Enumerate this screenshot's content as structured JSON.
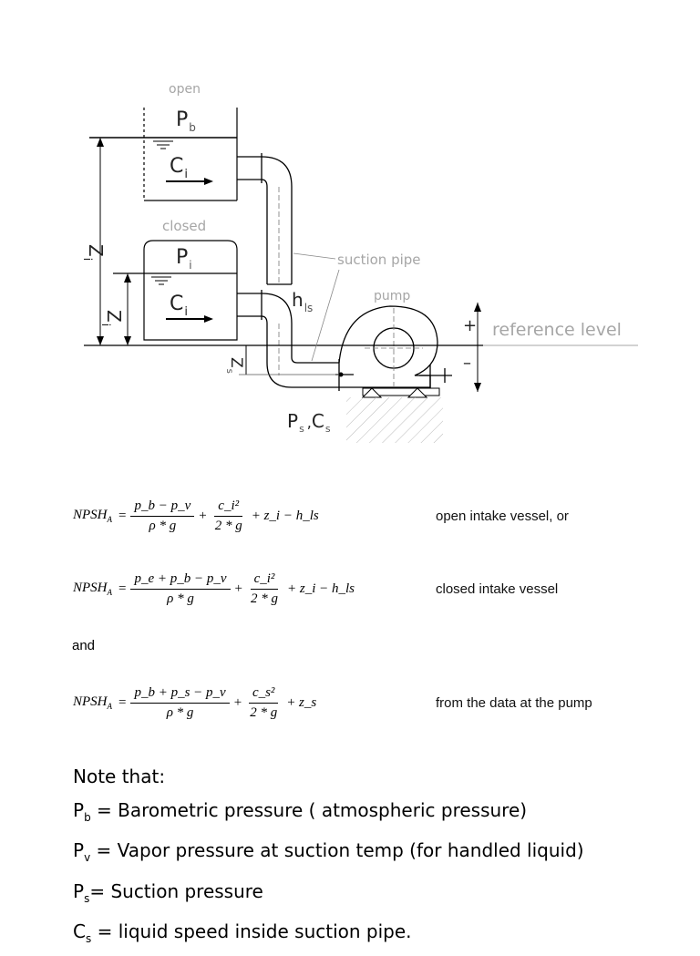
{
  "diagram": {
    "label_open": "open",
    "label_closed": "closed",
    "label_suction_pipe": "suction pipe",
    "label_pump": "pump",
    "label_reference_level": "reference level",
    "sym_p": "P",
    "sub_b": "b",
    "sub_i": "i",
    "sub_s": "s",
    "sym_c": "C",
    "sym_z": "Z",
    "sym_h": "h",
    "sub_ls": "ls",
    "sep_comma": ",",
    "sign_plus": "+",
    "sign_minus": "–"
  },
  "equations": {
    "lhs": "NPSH",
    "lhs_sub": "A",
    "eq1": {
      "num": "p_b − p_v",
      "den": "ρ * g",
      "frac2_num": "c_i²",
      "frac2_den": "2 * g",
      "tail": "+ z_i − h_ls",
      "desc": "open intake vessel, or"
    },
    "eq2": {
      "num": "p_e + p_b − p_v",
      "den": "ρ * g",
      "frac2_num": "c_i²",
      "frac2_den": "2 * g",
      "tail": "+ z_i − h_ls",
      "desc": "closed intake vessel"
    },
    "and_word": "and",
    "eq3": {
      "num": "p_b + p_s − p_v",
      "den": "ρ * g",
      "frac2_num": "c_s²",
      "frac2_den": "2 * g",
      "tail": "+ z_s",
      "desc": "from  the data at the pump"
    }
  },
  "notes": {
    "heading": "Note that:",
    "items": [
      {
        "sym": "P",
        "sub": "b",
        "text": " = Barometric pressure ( atmospheric pressure)"
      },
      {
        "sym": "P",
        "sub": "v",
        "text": " = Vapor pressure at suction temp (for handled liquid)"
      },
      {
        "sym": "P",
        "sub": "s",
        "text": "= Suction pressure"
      },
      {
        "sym": "C",
        "sub": "s",
        "text": " = liquid speed inside suction pipe."
      }
    ]
  }
}
